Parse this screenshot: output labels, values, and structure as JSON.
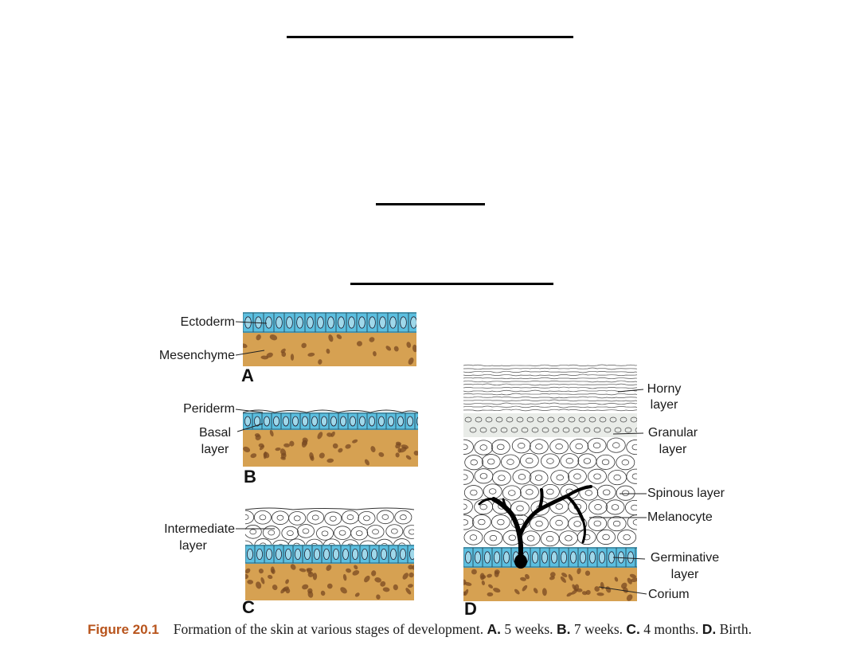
{
  "colors": {
    "basal_blue": "#5bbfe0",
    "mesenchyme_orange": "#d6a152",
    "figure_label": "#b8541c"
  },
  "panels": {
    "A": {
      "letter": "A",
      "labels": {
        "ectoderm": "Ectoderm",
        "mesenchyme": "Mesenchyme"
      }
    },
    "B": {
      "letter": "B",
      "labels": {
        "periderm": "Periderm",
        "basal_1": "Basal",
        "basal_2": "layer"
      }
    },
    "C": {
      "letter": "C",
      "labels": {
        "intermediate_1": "Intermediate",
        "intermediate_2": "layer"
      }
    },
    "D": {
      "letter": "D",
      "labels": {
        "horny_1": "Horny",
        "horny_2": "layer",
        "granular_1": "Granular",
        "granular_2": "layer",
        "spinous": "Spinous layer",
        "melanocyte": "Melanocyte",
        "germinative_1": "Germinative",
        "germinative_2": "layer",
        "corium": "Corium"
      }
    }
  },
  "caption": {
    "figure_label": "Figure 20.1",
    "text": "Formation of the skin at various stages of development.",
    "a_key": "A.",
    "a_val": "5 weeks.",
    "b_key": "B.",
    "b_val": "7 weeks.",
    "c_key": "C.",
    "c_val": "4 months.",
    "d_key": "D.",
    "d_val": "Birth."
  }
}
